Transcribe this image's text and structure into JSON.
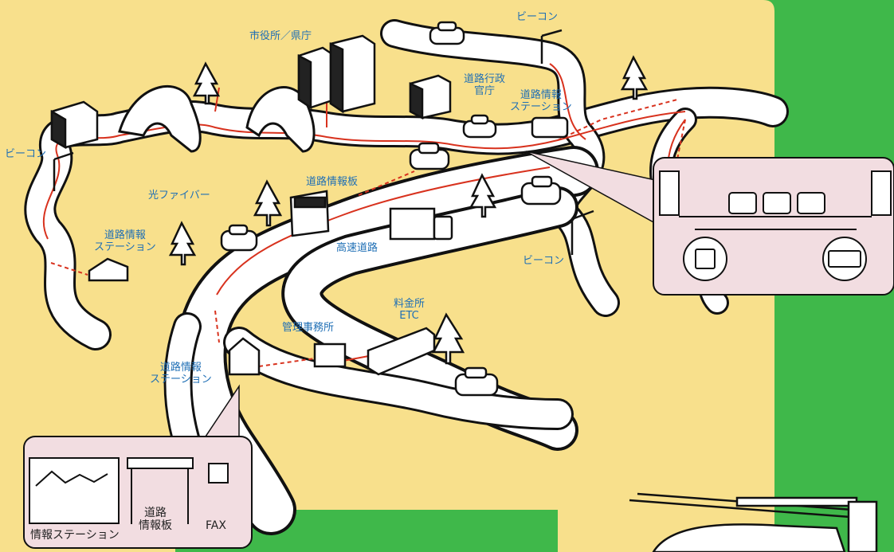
{
  "labels": {
    "city_hall": "市役所／県庁",
    "beacon_top": "ビーコン",
    "road_admin": "道路行政\n官庁",
    "station_top": "道路情報\nステーション",
    "beacon_left": "ビーコン",
    "optical_fiber": "光ファイバー",
    "info_board": "道路情報板",
    "station_left": "道路情報\nステーション",
    "expressway": "高速道路",
    "beacon_right": "ビーコン",
    "tollgate": "料金所\nETC",
    "management_office": "管理事務所",
    "station_bottom": "道路情報\nステーション"
  },
  "legend": {
    "info_station": "情報ステーション",
    "road_board": "道路\n情報板",
    "fax": "FAX"
  },
  "colors": {
    "background_green": "#3fb84a",
    "map_yellow": "#f8e08c",
    "label_blue": "#1f6fb5",
    "fiber_red": "#d8321e",
    "inset_pink": "#f2dde1"
  }
}
